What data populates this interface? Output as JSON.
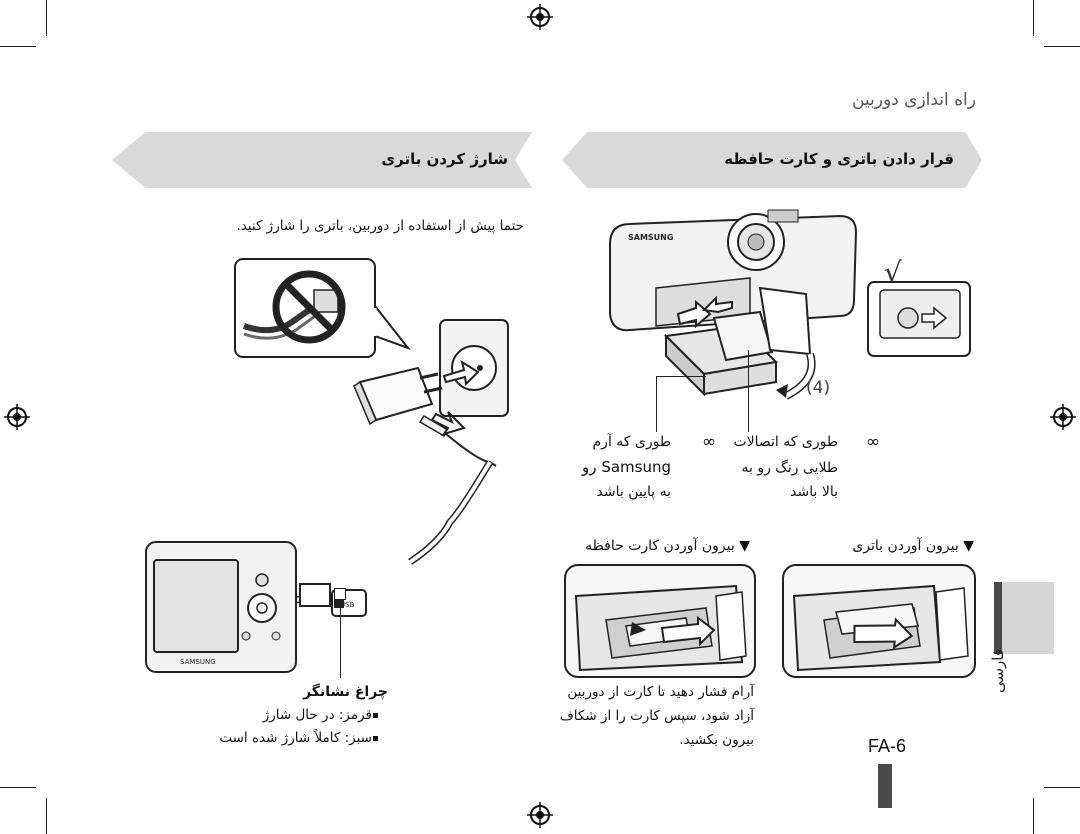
{
  "header": {
    "title": "راه اندازی دوربین"
  },
  "section_left": {
    "banner": "شارژ کردن باتری",
    "instruction": "حتما پیش از استفاده از دوربین، باتری را شارژ کنید.",
    "charge_indicator": {
      "title": "چراغ نشانگر",
      "items": [
        "قرمز: در حال شارژ",
        "سبز: کاملاً شارژ شده است"
      ]
    }
  },
  "section_right": {
    "banner": "قرار دادن باتری و کارت حافظه",
    "step_number": "(4)",
    "checkmark": "√",
    "notes": {
      "left_symbol": "∞",
      "left_lines": [
        "طوری که آرم",
        "Samsung رو",
        "به پایین باشد"
      ],
      "right_symbol": "∞",
      "right_lines": [
        "طوری که اتصالات",
        "طلایی رنگ رو به",
        "بالا باشد"
      ]
    },
    "remove_battery": {
      "label": "▼ بیرون آوردن باتری"
    },
    "remove_card": {
      "label": "▼ بیرون آوردن کارت حافظه",
      "description": [
        "آرام فشار دهید تا کارت از دوربین",
        "آزاد شود، سپس کارت را از شکاف",
        "بیرون بکشید."
      ]
    }
  },
  "camera_brand": "SAMSUNG",
  "usb_label": "USB",
  "footer": {
    "page_number": "FA-6",
    "side_tab_label": "فارسی"
  },
  "colors": {
    "banner": "#d9d9d9",
    "side_tab": "#d6d6d6",
    "side_tab_bar": "#4a4a4a",
    "text": "#111111"
  },
  "icons": [
    "registration-mark-icon",
    "no-plug-icon",
    "arrow-icon",
    "checkmark-icon",
    "triangle-down-icon"
  ]
}
